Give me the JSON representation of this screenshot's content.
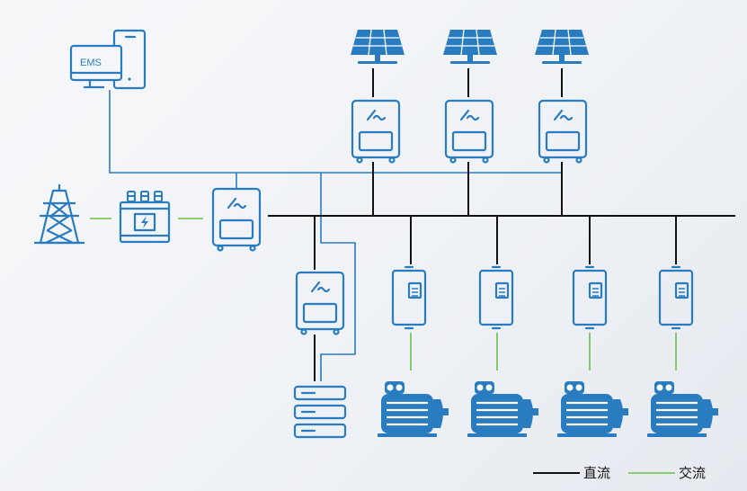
{
  "ems": {
    "label": "EMS"
  },
  "legend": {
    "dc_label": "直流",
    "ac_label": "交流"
  },
  "colors": {
    "device_blue": "#2a7cc0",
    "dc_line": "#111111",
    "ac_line": "#6cc04a"
  },
  "components": {
    "grid": "transmission-tower-icon",
    "transformer": "transformer-icon",
    "pcs": "inverter-icon",
    "solar": "solar-panel-icon",
    "vfd": "frequency-converter-icon",
    "motor": "motor-icon",
    "battery": "battery-rack-icon"
  }
}
